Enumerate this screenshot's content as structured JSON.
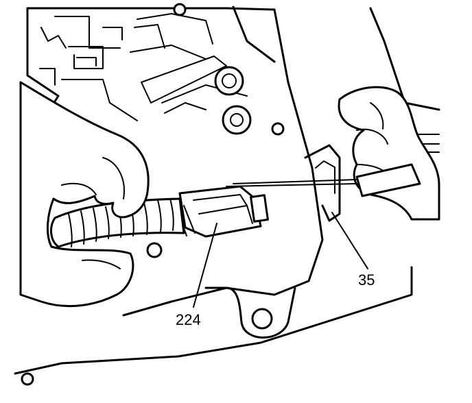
{
  "callouts": [
    {
      "id": "224",
      "label": "224"
    },
    {
      "id": "35",
      "label": "35"
    }
  ]
}
